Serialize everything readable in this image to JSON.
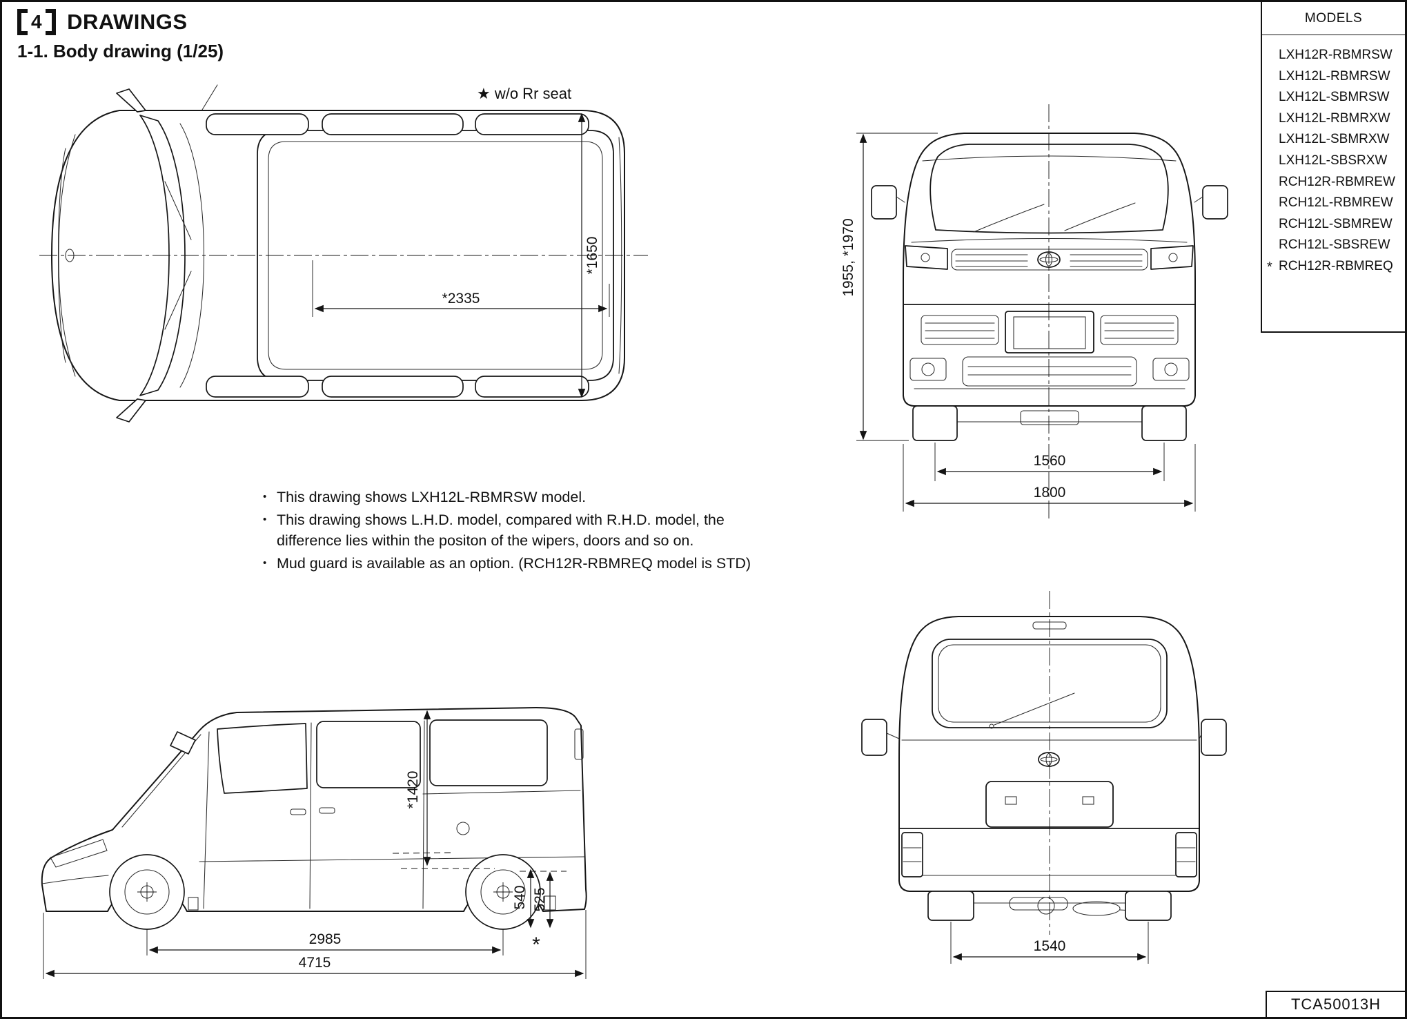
{
  "header": {
    "section_number": "4",
    "title": "DRAWINGS",
    "subtitle": "1-1. Body drawing (1/25)",
    "star_note": "★ w/o Rr seat"
  },
  "models_panel": {
    "header": "MODELS",
    "star": "*",
    "items": [
      "LXH12R-RBMRSW",
      "LXH12L-RBMRSW",
      "LXH12L-SBMRSW",
      "LXH12L-RBMRXW",
      "LXH12L-SBMRXW",
      "LXH12L-SBSRXW",
      "RCH12R-RBMREW",
      "RCH12L-RBMREW",
      "RCH12L-SBMREW",
      "RCH12L-SBSREW",
      "RCH12R-RBMREQ"
    ]
  },
  "notes": {
    "bullet": "•",
    "items": [
      "This drawing shows LXH12L-RBMRSW model.",
      "This drawing shows L.H.D. model, compared with R.H.D. model, the difference lies within the positon of the wipers, doors and so on.",
      "Mud guard is available as an option. (RCH12R-RBMREQ model is STD)"
    ]
  },
  "dimensions": {
    "top_view": {
      "length": "*2335",
      "width": "*1650"
    },
    "front_view": {
      "height": "1955, *1970",
      "track": "1560",
      "overall_width": "1800"
    },
    "side_view": {
      "interior_height": "*1420",
      "floor_height_upper": "540",
      "floor_height_lower": "525",
      "floor_note_mark": "*",
      "wheelbase": "2985",
      "overall_length": "4715"
    },
    "rear_view": {
      "track": "1540"
    }
  },
  "footer": {
    "doc_code": "TCA50013H"
  },
  "colors": {
    "ink": "#161616",
    "paper": "#ffffff"
  }
}
